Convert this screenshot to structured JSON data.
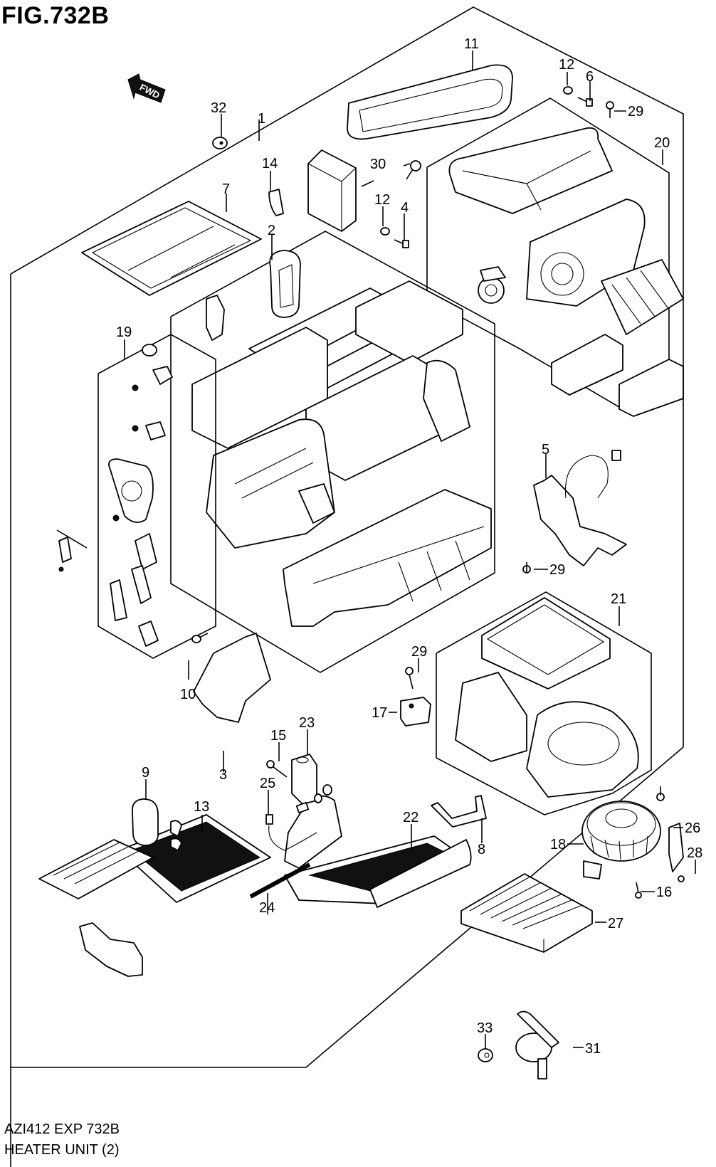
{
  "figure": {
    "title": "FIG.732B",
    "code": "AZI412 EXP 732B",
    "name": "HEATER UNIT (2)",
    "direction_indicator": "FWD"
  },
  "callouts": [
    {
      "id": "c1",
      "label": "1",
      "part": "heater-unit-assembly"
    },
    {
      "id": "c2",
      "label": "2",
      "part": "heater-case-assembly"
    },
    {
      "id": "c3",
      "label": "3",
      "part": "duct-cover"
    },
    {
      "id": "c4",
      "label": "4",
      "part": "bolt"
    },
    {
      "id": "c5",
      "label": "5",
      "part": "duct-with-sensor"
    },
    {
      "id": "c6",
      "label": "6",
      "part": "bolt"
    },
    {
      "id": "c7",
      "label": "7",
      "part": "seal-frame"
    },
    {
      "id": "c8",
      "label": "8",
      "part": "drain-hose-clamp"
    },
    {
      "id": "c9",
      "label": "9",
      "part": "grommet"
    },
    {
      "id": "c10",
      "label": "10",
      "part": "screw"
    },
    {
      "id": "c11",
      "label": "11",
      "part": "seal-gasket"
    },
    {
      "id": "c12a",
      "label": "12",
      "part": "washer"
    },
    {
      "id": "c12b",
      "label": "12",
      "part": "washer"
    },
    {
      "id": "c13",
      "label": "13",
      "part": "heater-core"
    },
    {
      "id": "c14",
      "label": "14",
      "part": "pad"
    },
    {
      "id": "c15",
      "label": "15",
      "part": "bolt"
    },
    {
      "id": "c16",
      "label": "16",
      "part": "screw"
    },
    {
      "id": "c17",
      "label": "17",
      "part": "resistor"
    },
    {
      "id": "c18",
      "label": "18",
      "part": "blower-motor"
    },
    {
      "id": "c19",
      "label": "19",
      "part": "link-assembly"
    },
    {
      "id": "c20",
      "label": "20",
      "part": "upper-case-assembly"
    },
    {
      "id": "c21",
      "label": "21",
      "part": "blower-case-assembly"
    },
    {
      "id": "c22",
      "label": "22",
      "part": "evaporator"
    },
    {
      "id": "c23",
      "label": "23",
      "part": "expansion-valve"
    },
    {
      "id": "c24",
      "label": "24",
      "part": "seal-strip"
    },
    {
      "id": "c25",
      "label": "25",
      "part": "thermistor"
    },
    {
      "id": "c26",
      "label": "26",
      "part": "bracket"
    },
    {
      "id": "c27",
      "label": "27",
      "part": "air-filter"
    },
    {
      "id": "c28",
      "label": "28",
      "part": "screw"
    },
    {
      "id": "c29a",
      "label": "29",
      "part": "screw"
    },
    {
      "id": "c29b",
      "label": "29",
      "part": "screw"
    },
    {
      "id": "c29c",
      "label": "29",
      "part": "screw"
    },
    {
      "id": "c30",
      "label": "30",
      "part": "screw"
    },
    {
      "id": "c31",
      "label": "31",
      "part": "drain-hose"
    },
    {
      "id": "c32",
      "label": "32",
      "part": "nut"
    },
    {
      "id": "c33",
      "label": "33",
      "part": "nut"
    }
  ]
}
